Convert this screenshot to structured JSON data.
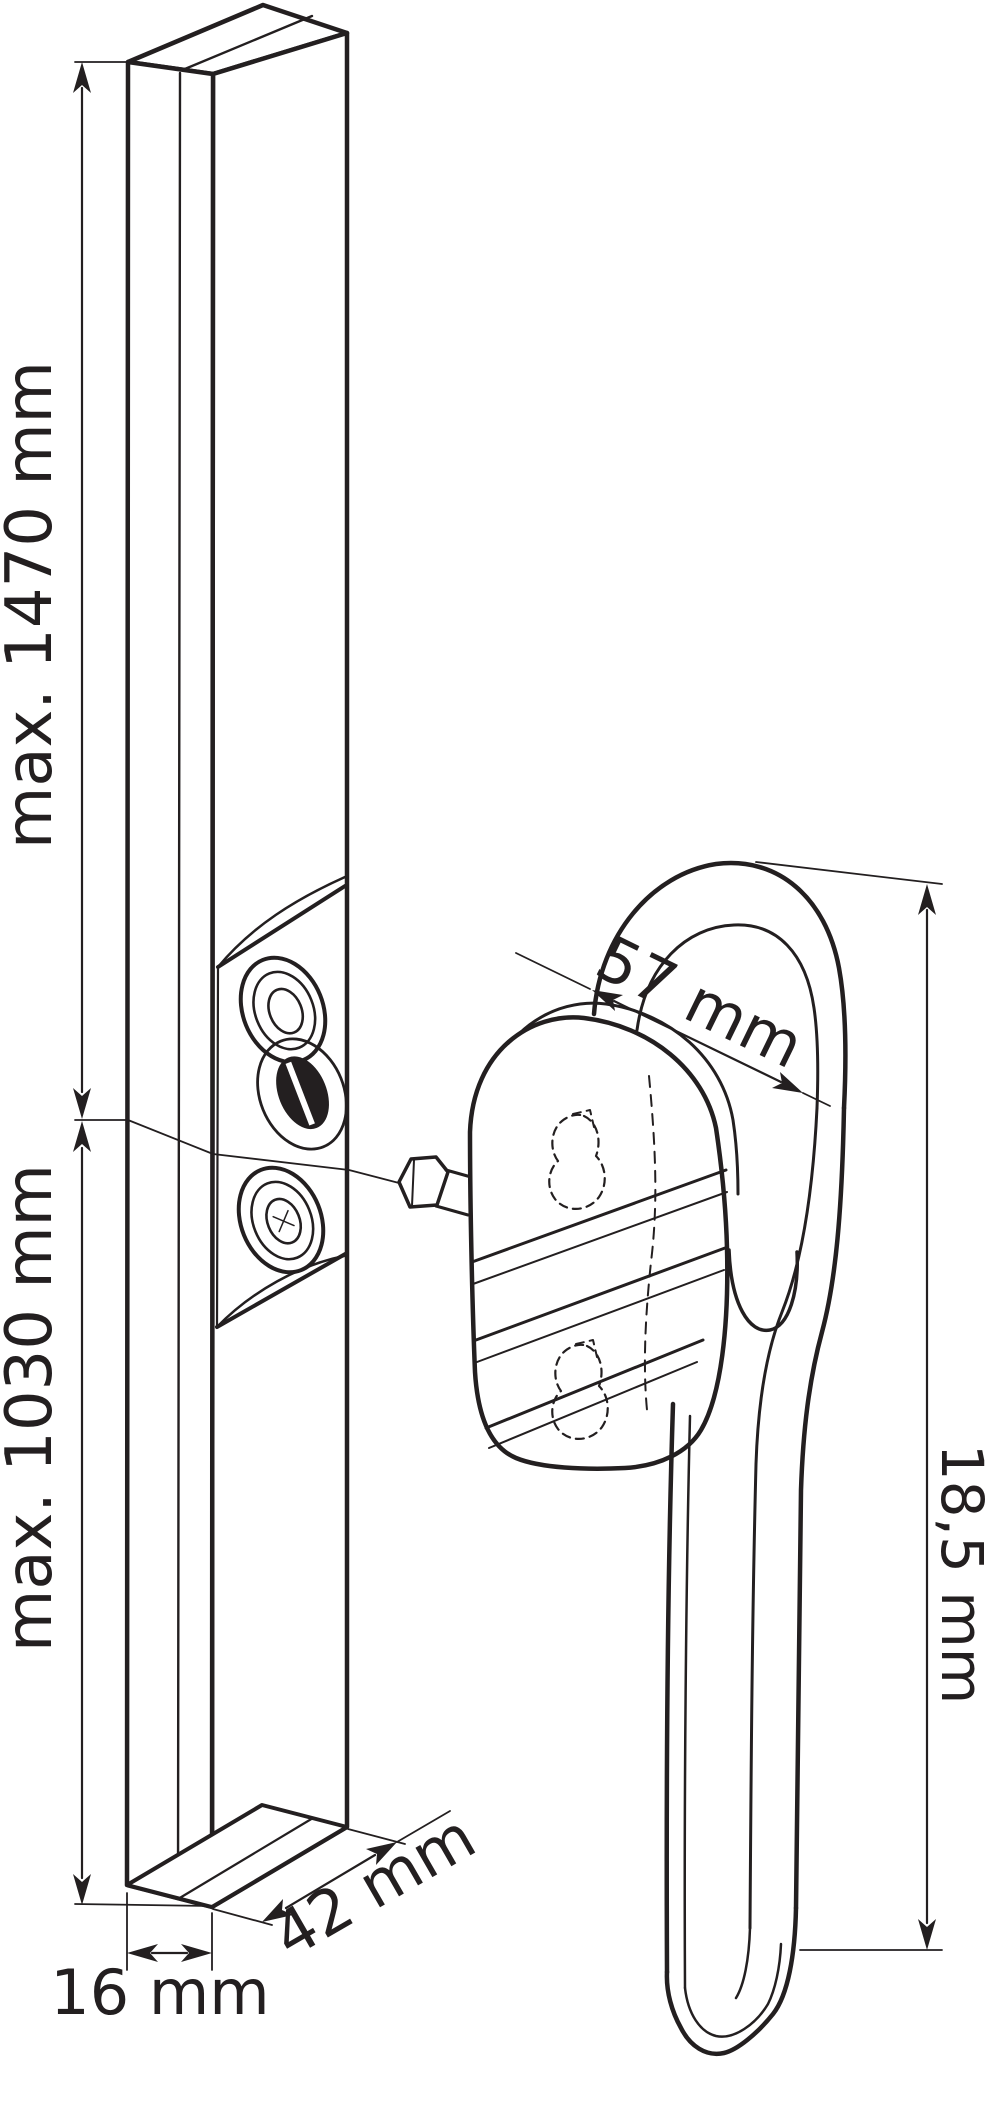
{
  "drawing": {
    "background": "#ffffff",
    "stroke_color": "#231f20",
    "subject": "window-handle-with-drive-bar-technical-drawing",
    "labels": {
      "upper_bar_length": "max. 1470 mm",
      "lower_bar_length": "max. 1030 mm",
      "plate_width": "57 mm",
      "handle_depth": "18,5 mm",
      "bar_side_depth": "42 mm",
      "bar_face_width": "16 mm"
    }
  }
}
